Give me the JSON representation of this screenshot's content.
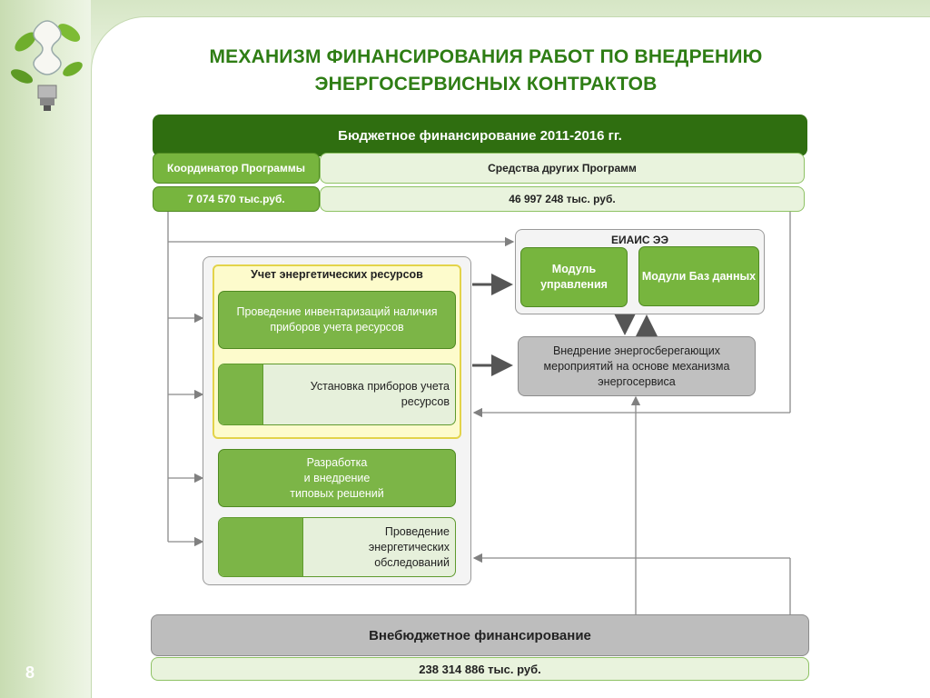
{
  "slide": {
    "title_line1": "МЕХАНИЗМ ФИНАНСИРОВАНИЯ РАБОТ ПО ВНЕДРЕНИЮ",
    "title_line2": "ЭНЕРГОСЕРВИСНЫХ КОНТРАКТОВ",
    "page_number": "8"
  },
  "budget": {
    "header": "Бюджетное финансирование 2011-2016 гг.",
    "coordinator_label": "Координатор Программы",
    "coordinator_amount": "7 074 570 тыс.руб.",
    "other_programs_label": "Средства других Программ",
    "other_programs_amount": "46 997 248  тыс. руб."
  },
  "accounting": {
    "title": "Учет энергетических ресурсов",
    "inventory": "Проведение инвентаризаций наличия приборов учета ресурсов",
    "meters": "Установка приборов учета ресурсов"
  },
  "typical": "Разработка\nи внедрение\nтиповых решений",
  "surveys": "Проведение\nэнергетических\nобследований",
  "eiais": {
    "title": "ЕИАИС ЭЭ",
    "module_control": "Модуль управления",
    "module_db": "Модули Баз данных"
  },
  "implementation": "Внедрение энергосберегающих мероприятий на основе механизма энергосервиса",
  "offbudget": {
    "label": "Внебюджетное финансирование",
    "amount": "238 314 886 тыс. руб."
  },
  "colors": {
    "dark_green": "#2f6e10",
    "mid_green": "#77b53e",
    "title_green": "#2e7d14",
    "gray": "#c0c0c0"
  }
}
